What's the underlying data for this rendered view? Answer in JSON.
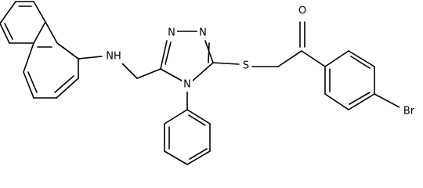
{
  "structure": {
    "atom_labels": {
      "nh": "NH",
      "n_top_left": "N",
      "n_top_right": "N",
      "n_ring_bottom": "N",
      "s": "S",
      "o": "O",
      "br": "Br"
    }
  }
}
